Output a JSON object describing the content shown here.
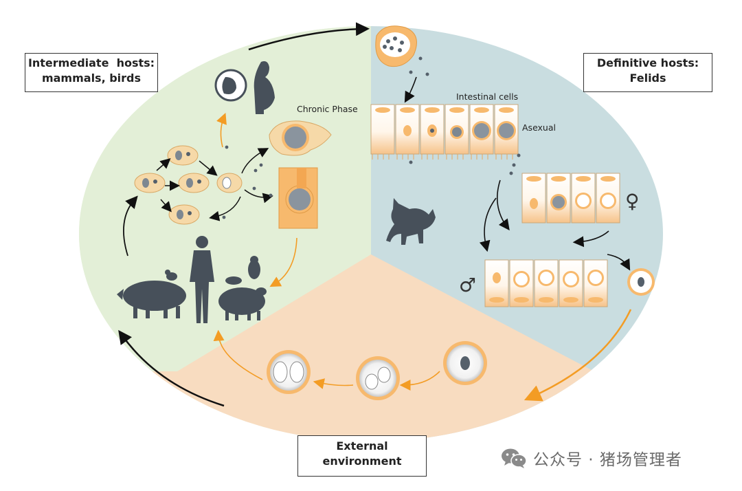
{
  "regions": {
    "intermediate": {
      "line1": "Intermediate  hosts:",
      "line2": "mammals, birds",
      "color": "#e3efd7"
    },
    "definitive": {
      "line1": "Definitive hosts:",
      "line2": "Felids",
      "color": "#c9dde0"
    },
    "external": {
      "line1": "External",
      "line2": "environment",
      "color": "#f8dcc0"
    }
  },
  "labels": {
    "chronic_phase": "Chronic Phase",
    "intestinal_cells": "Intestinal cells",
    "asexual": "Asexual",
    "female_symbol": "♀",
    "male_symbol": "♂"
  },
  "watermark": {
    "text": "公众号 · 猪场管理者",
    "icon": "wechat-icon"
  },
  "colors": {
    "cycle_arrow": "#111111",
    "orange_arrow": "#f39c24",
    "cell_orange": "#f7b96d",
    "cell_white": "#fff8ee",
    "silhouette": "#47505a"
  }
}
